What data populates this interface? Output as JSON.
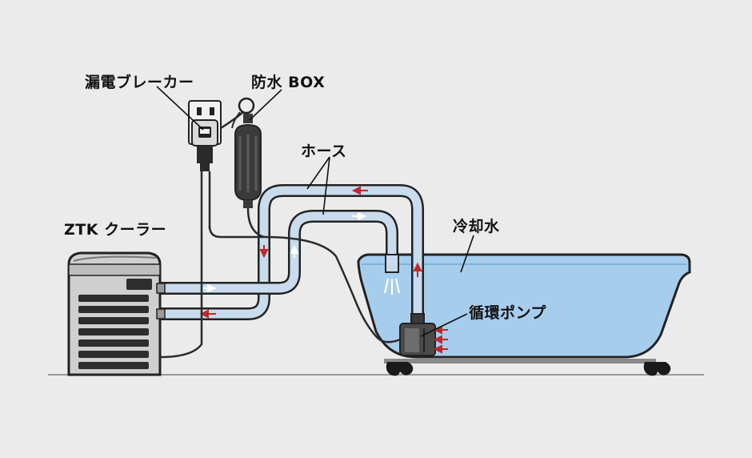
{
  "labels": {
    "breaker": "漏電ブレーカー",
    "waterproof_box": "防水 BOX",
    "hose": "ホース",
    "cooler": "ZTK クーラー",
    "cooling_water": "冷却水",
    "pump": "循環ポンプ"
  },
  "colors": {
    "background": "#ebebeb",
    "hose_fill": "#c8dcee",
    "water": "#a7cdec",
    "flow_arrow": "#c0282b",
    "flow_arrow_light": "#ffffff",
    "outline": "#222222"
  }
}
